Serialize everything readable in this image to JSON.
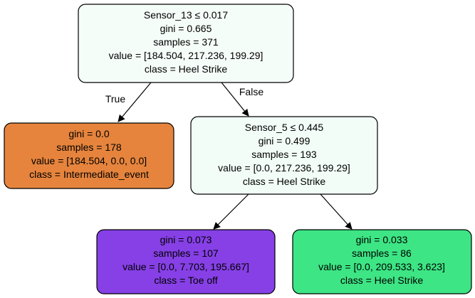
{
  "tree": {
    "nodes": [
      {
        "id": "root",
        "fill": "#f5fdf9",
        "lines": [
          "Sensor_13 ≤ 0.017",
          "gini = 0.665",
          "samples = 371",
          "value = [184.504, 217.236, 199.29]",
          "class = Heel Strike"
        ]
      },
      {
        "id": "left",
        "fill": "#e6843d",
        "lines": [
          "gini = 0.0",
          "samples = 178",
          "value = [184.504, 0.0, 0.0]",
          "class = Intermediate_event"
        ]
      },
      {
        "id": "right",
        "fill": "#f2fdf8",
        "lines": [
          "Sensor_5 ≤ 0.445",
          "gini = 0.499",
          "samples = 193",
          "value = [0.0, 217.236, 199.29]",
          "class = Heel Strike"
        ]
      },
      {
        "id": "right-left",
        "fill": "#8640e6",
        "lines": [
          "gini = 0.073",
          "samples = 107",
          "value = [0.0, 7.703, 195.667]",
          "class = Toe off"
        ]
      },
      {
        "id": "right-right",
        "fill": "#3de584",
        "lines": [
          "gini = 0.033",
          "samples = 86",
          "value = [0.0, 209.533, 3.623]",
          "class = Heel Strike"
        ]
      }
    ],
    "edges": [
      {
        "from": "root",
        "to": "left",
        "label": "True"
      },
      {
        "from": "root",
        "to": "right",
        "label": "False"
      },
      {
        "from": "right",
        "to": "right-left",
        "label": ""
      },
      {
        "from": "right",
        "to": "right-right",
        "label": ""
      }
    ]
  }
}
